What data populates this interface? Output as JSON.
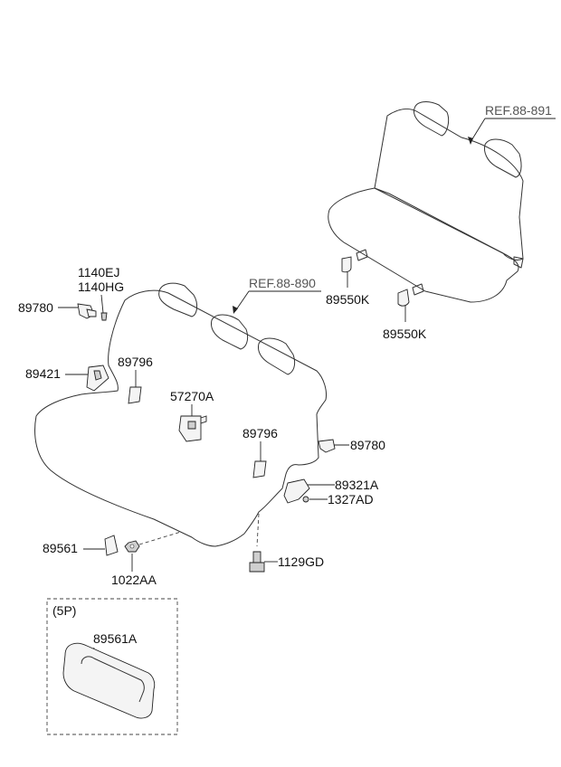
{
  "references": {
    "rear_seat": "REF.88-891",
    "front_seat": "REF.88-890"
  },
  "parts": {
    "p_1140EJ": "1140EJ",
    "p_1140HG": "1140HG",
    "p_89780_left": "89780",
    "p_89421": "89421",
    "p_89796_left": "89796",
    "p_57270A": "57270A",
    "p_89796_right": "89796",
    "p_89780_right": "89780",
    "p_89321A": "89321A",
    "p_1327AD": "1327AD",
    "p_89561": "89561",
    "p_1022AA": "1022AA",
    "p_1129GD": "1129GD",
    "p_89550K_a": "89550K",
    "p_89550K_b": "89550K",
    "p_89561A": "89561A"
  },
  "kit_box": {
    "quantity": "(5P)"
  }
}
